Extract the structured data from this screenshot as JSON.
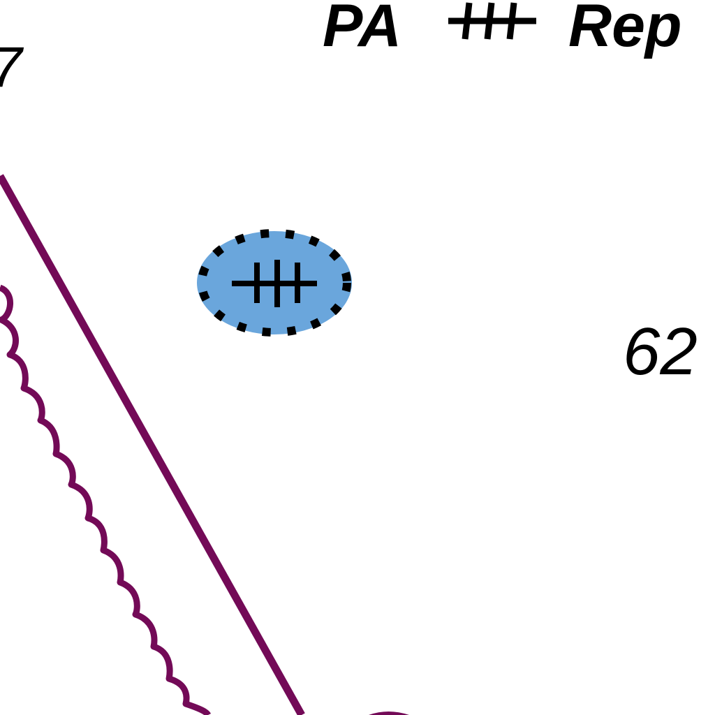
{
  "map": {
    "labels": {
      "top_left_sounding": "7",
      "top_prefix": "PA",
      "top_suffix": "Rep",
      "right_sounding": "62"
    },
    "colors": {
      "background": "#ffffff",
      "danger_fill": "#6aa6dc",
      "boundary_line": "#730a57",
      "text": "#000000"
    },
    "symbols": {
      "wreck_icon": "wreck-icon",
      "obstruction_marker": "obstruction-icon"
    }
  }
}
